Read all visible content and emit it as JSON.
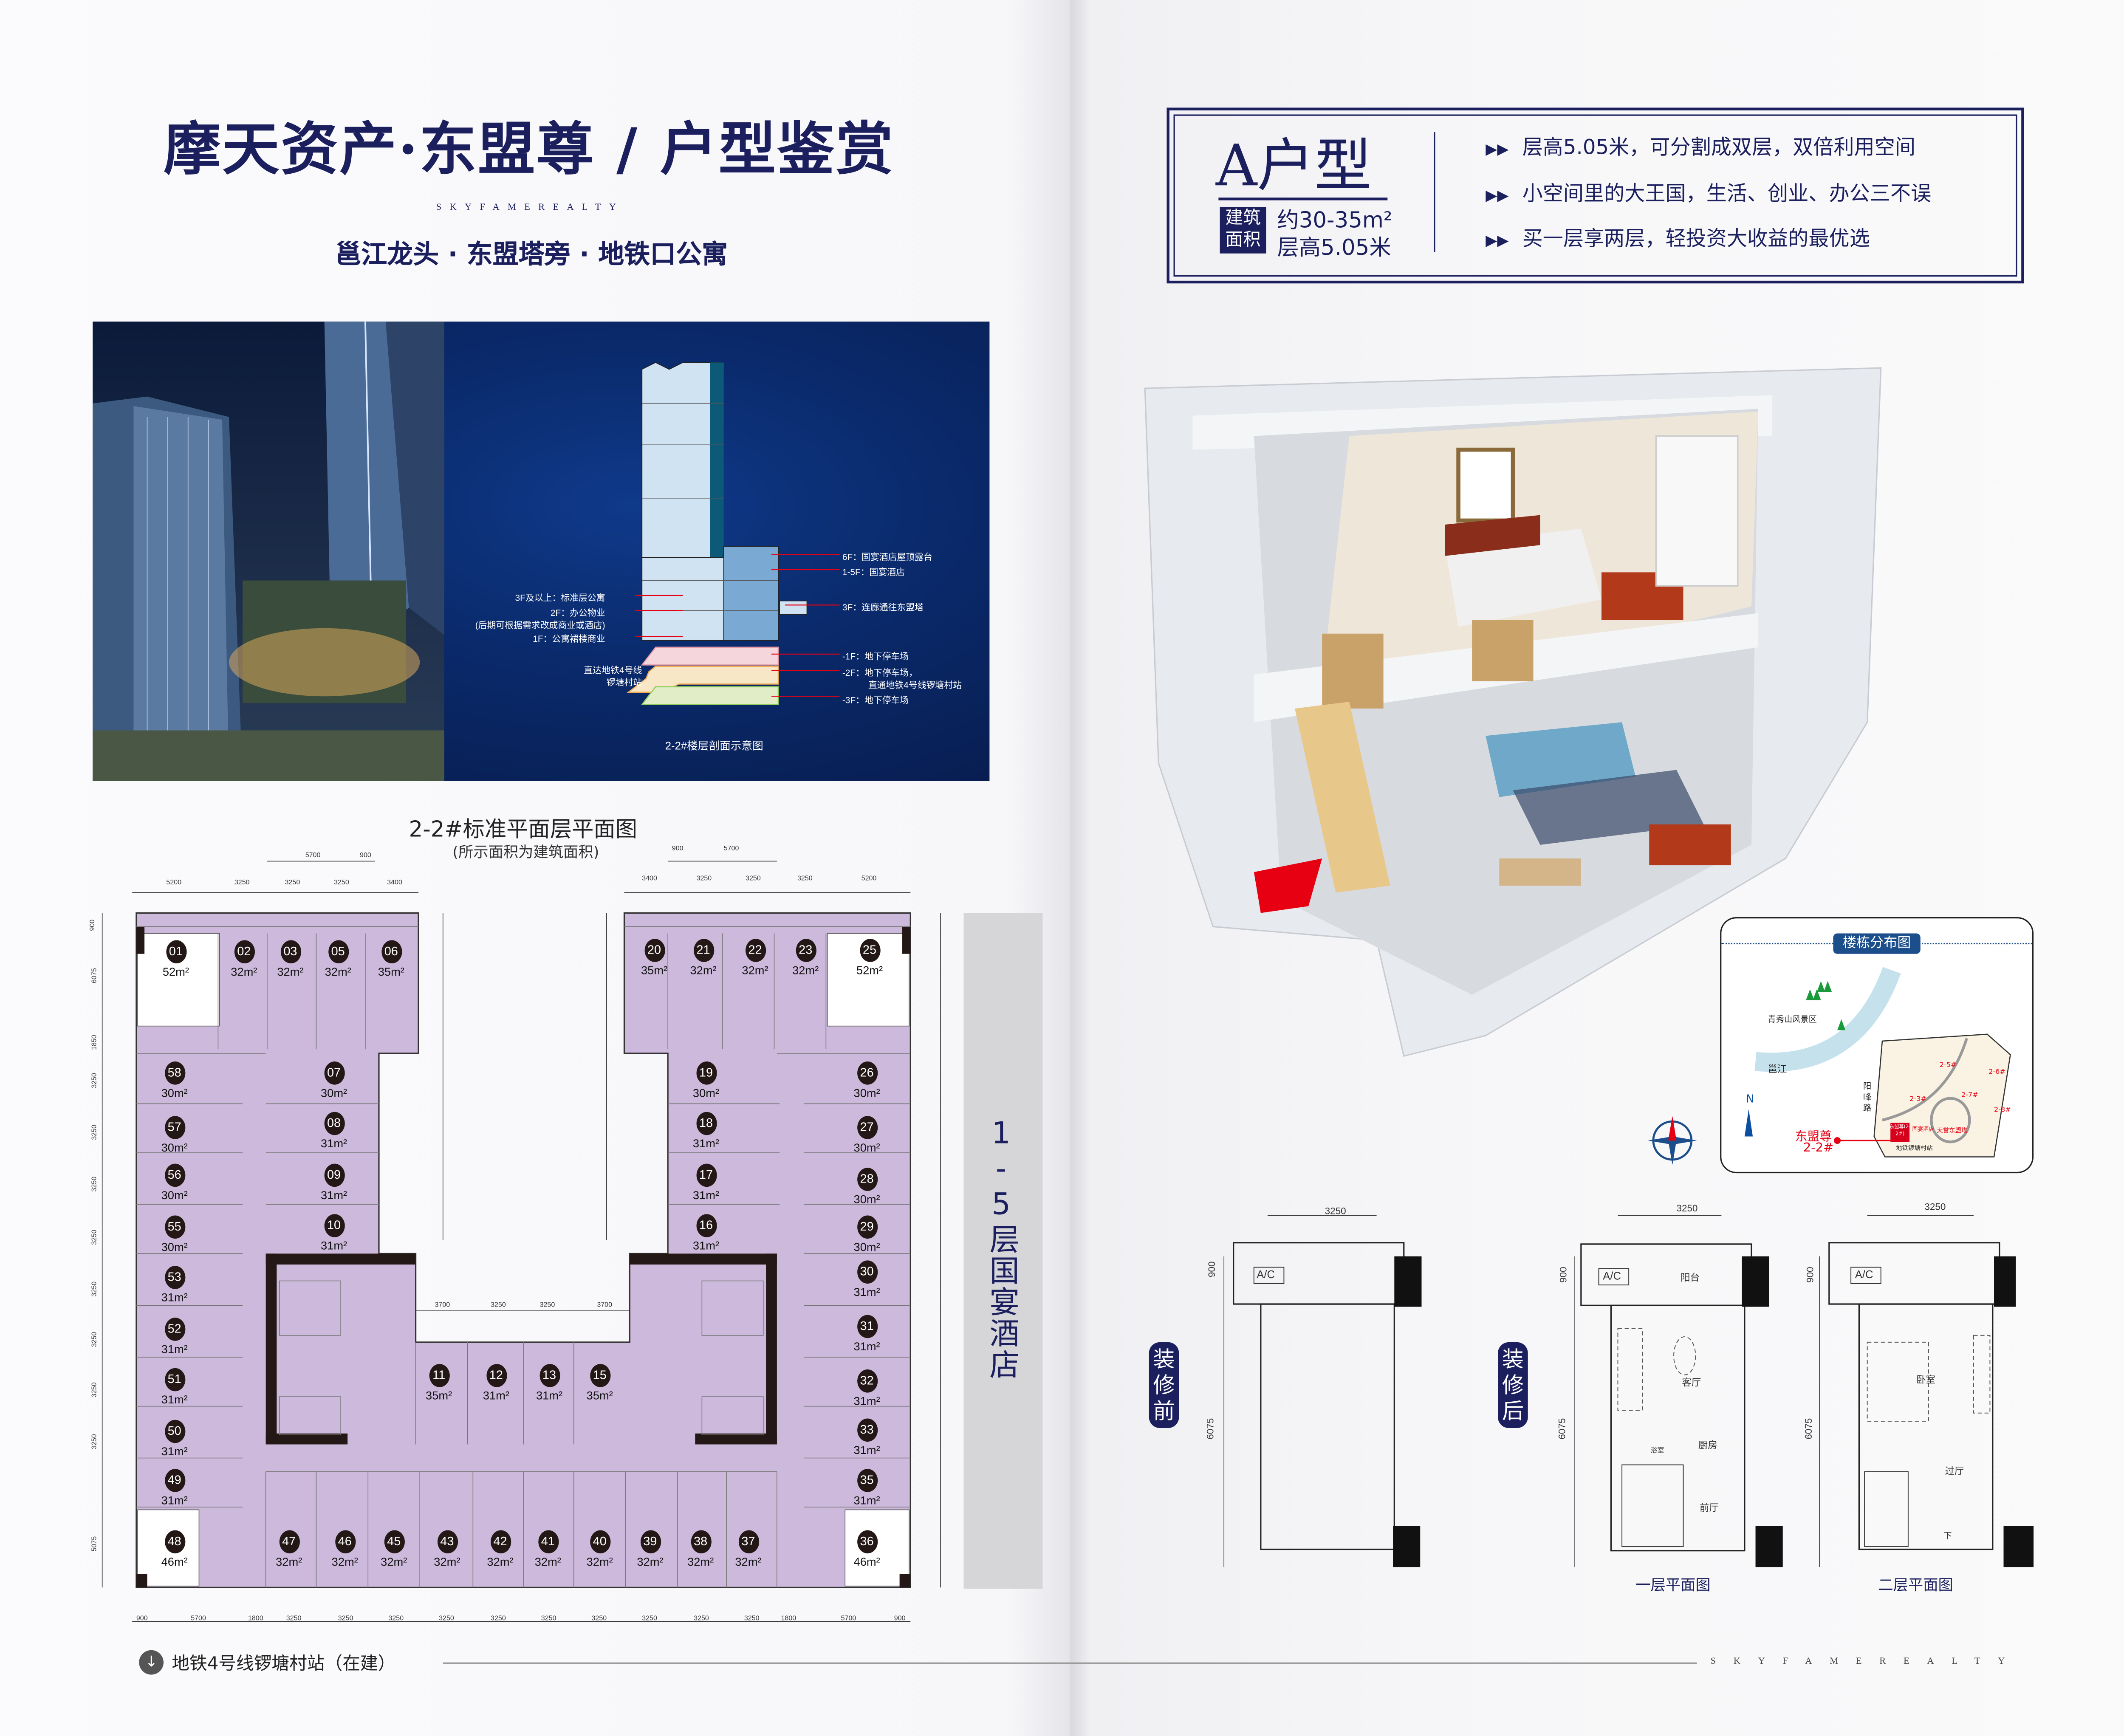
{
  "left_page": {
    "title": "摩天资产·东盟尊 / 户型鉴赏",
    "brand": "SKYFAMEREALTY",
    "subtitle": "邕江龙头 · 东盟塔旁 · 地铁口公寓",
    "section_diagram": {
      "caption": "2-2#楼层剖面示意图",
      "right_labels": [
        "6F：国宴酒店屋顶露台",
        "1-5F：国宴酒店",
        "3F：连廊通往东盟塔",
        "-1F：地下停车场",
        "-2F：地下停车场，",
        "直通地铁4号线锣塘村站",
        "-3F：地下停车场"
      ],
      "left_labels": [
        "3F及以上：标准层公寓",
        "2F：办公物业",
        "(后期可根据需求改成商业或酒店)",
        "1F：公寓裙楼商业",
        "直达地铁4号线",
        "锣塘村站"
      ]
    },
    "floor_plan": {
      "title": "2-2#标准平面层平面图",
      "note": "(所示面积为建筑面积)",
      "top_dims_left": [
        "5200",
        "3250",
        "3250",
        "3250",
        "3400"
      ],
      "top_dims_right": [
        "3400",
        "3250",
        "3250",
        "3250",
        "5200"
      ],
      "upper_dims_left": [
        "5700",
        "900"
      ],
      "upper_dims_right": [
        "900",
        "5700"
      ],
      "inner_dims": [
        "3700",
        "3250",
        "3250",
        "3700"
      ],
      "side_dims": [
        "900",
        "6075",
        "1850",
        "3250",
        "3250",
        "3250",
        "3250",
        "3250",
        "3250",
        "3250",
        "3250",
        "5075"
      ],
      "bottom_dims": [
        "900",
        "5700",
        "1800",
        "3250",
        "3250",
        "3250",
        "3250",
        "3250",
        "3250",
        "3250",
        "3250",
        "3250",
        "3250",
        "1800",
        "5700",
        "900"
      ],
      "units": [
        {
          "id": "01",
          "area": "52m²"
        },
        {
          "id": "02",
          "area": "32m²"
        },
        {
          "id": "03",
          "area": "32m²"
        },
        {
          "id": "05",
          "area": "32m²"
        },
        {
          "id": "06",
          "area": "35m²"
        },
        {
          "id": "20",
          "area": "35m²"
        },
        {
          "id": "21",
          "area": "32m²"
        },
        {
          "id": "22",
          "area": "32m²"
        },
        {
          "id": "23",
          "area": "32m²"
        },
        {
          "id": "25",
          "area": "52m²"
        },
        {
          "id": "58",
          "area": "30m²"
        },
        {
          "id": "57",
          "area": "30m²"
        },
        {
          "id": "56",
          "area": "30m²"
        },
        {
          "id": "55",
          "area": "30m²"
        },
        {
          "id": "53",
          "area": "31m²"
        },
        {
          "id": "52",
          "area": "31m²"
        },
        {
          "id": "51",
          "area": "31m²"
        },
        {
          "id": "50",
          "area": "31m²"
        },
        {
          "id": "49",
          "area": "31m²"
        },
        {
          "id": "48",
          "area": "46m²"
        },
        {
          "id": "07",
          "area": "30m²"
        },
        {
          "id": "08",
          "area": "31m²"
        },
        {
          "id": "09",
          "area": "31m²"
        },
        {
          "id": "10",
          "area": "31m²"
        },
        {
          "id": "19",
          "area": "30m²"
        },
        {
          "id": "18",
          "area": "31m²"
        },
        {
          "id": "17",
          "area": "31m²"
        },
        {
          "id": "16",
          "area": "31m²"
        },
        {
          "id": "26",
          "area": "30m²"
        },
        {
          "id": "27",
          "area": "30m²"
        },
        {
          "id": "28",
          "area": "30m²"
        },
        {
          "id": "29",
          "area": "30m²"
        },
        {
          "id": "30",
          "area": "31m²"
        },
        {
          "id": "31",
          "area": "31m²"
        },
        {
          "id": "32",
          "area": "31m²"
        },
        {
          "id": "33",
          "area": "31m²"
        },
        {
          "id": "35",
          "area": "31m²"
        },
        {
          "id": "36",
          "area": "46m²"
        },
        {
          "id": "11",
          "area": "35m²"
        },
        {
          "id": "12",
          "area": "31m²"
        },
        {
          "id": "13",
          "area": "31m²"
        },
        {
          "id": "15",
          "area": "35m²"
        },
        {
          "id": "47",
          "area": "32m²"
        },
        {
          "id": "46",
          "area": "32m²"
        },
        {
          "id": "45",
          "area": "32m²"
        },
        {
          "id": "43",
          "area": "32m²"
        },
        {
          "id": "42",
          "area": "32m²"
        },
        {
          "id": "41",
          "area": "32m²"
        },
        {
          "id": "40",
          "area": "32m²"
        },
        {
          "id": "39",
          "area": "32m²"
        },
        {
          "id": "38",
          "area": "32m²"
        },
        {
          "id": "37",
          "area": "32m²"
        }
      ],
      "hotel_label": "1-5层国宴酒店"
    },
    "footer": {
      "metro": "地铁4号线锣塘村站（在建）",
      "brand": "SKYFAMEREALTY"
    }
  },
  "right_page": {
    "unit_type": "A户型",
    "area_tag": [
      "建筑",
      "面积"
    ],
    "area_value": "约30-35m²",
    "floor_height": "层高5.05米",
    "bullets": [
      "层高5.05米，可分割成双层，双倍利用空间",
      "小空间里的大王国，生活、创业、办公三不误",
      "买一层享两层，轻投资大收益的最优选"
    ],
    "map": {
      "title": "楼栋分布图",
      "places": [
        "青秀山风景区",
        "邕江",
        "阳峰路",
        "地铁锣塘村站",
        "国宴酒店",
        "天誉东盟塔"
      ],
      "buildings": [
        "2-3#",
        "2-5#",
        "2-6#",
        "2-7#",
        "2-8#"
      ],
      "highlight": [
        "东盟尊",
        "2-2#"
      ],
      "highlight_box": "东盟尊(2-2#)",
      "north": "N"
    },
    "plans": {
      "before_badge": "装修前",
      "after_badge": "装修后",
      "width_dim": "3250",
      "depth_dims": [
        "900",
        "6075"
      ],
      "ac": "A/C",
      "rooms_floor1": [
        "阳台",
        "客厅",
        "厨房",
        "浴室",
        "前厅"
      ],
      "rooms_floor2": [
        "卧室",
        "过厅",
        "下"
      ],
      "caption_floor1": "一层平面图",
      "caption_floor2": "二层平面图"
    },
    "colors": {
      "navy": "#1b1f5e",
      "plan_purple": "#cdb9dc",
      "accent_red": "#e60012"
    }
  }
}
